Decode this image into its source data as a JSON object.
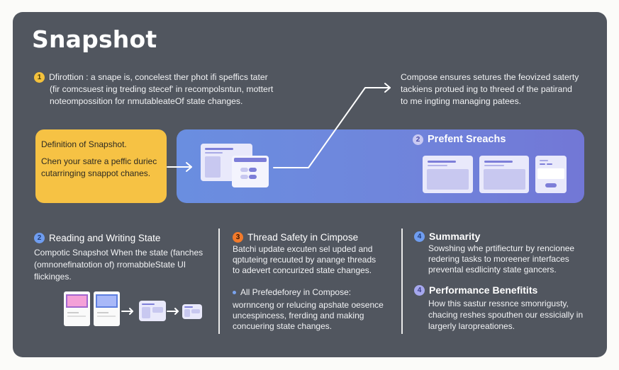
{
  "title": "Snapshot",
  "intro": {
    "badge": "1",
    "text_line1": "Dfirottion : a snape is, concelest ther phot ifi speffics tater",
    "text_line2": "(fir comcsuest ing treding stecef' in recompolsntun, mottert",
    "text_line3": "noteompossition for nmutableateOf state changes."
  },
  "top_right": {
    "line1": "Compose ensures setures the feovized saterty",
    "line2": "tackiens protued ing to threed of the patirand",
    "line3": "to me ingting managing patees."
  },
  "definition_card": {
    "heading": "Definition of Snapshot.",
    "line1": "Chen your satre a peffic duriec",
    "line2": "cutarringing snappot chanes."
  },
  "blue_panel": {
    "badge": "2",
    "title": "Prefent Sreachs"
  },
  "sections": {
    "reading": {
      "badge": "2",
      "heading": "Reading and Writing State",
      "line1": "Compotic Snapshot When the state (fanches",
      "line2": "(omnonefinatotion of) rromabbleState UI",
      "line3": "flickinges."
    },
    "thread_safety": {
      "badge": "3",
      "heading": "Thread Safety in Cimpose",
      "line1": "Batchi update excuten sel upded and",
      "line2": "qptuteing recuuted by anange threads",
      "line3": "to adevert concurized state changes.",
      "bullet_heading": "All Prefedeforey in Compose:",
      "bullet_line1": "wornnceng or relucing apshate oesence",
      "bullet_line2": "uncespincess, frerding and making",
      "bullet_line3": "concuering state changes."
    },
    "summary": {
      "badge": "4",
      "heading": "Summarity",
      "line1": "Sowshing whe prtifiecturr by rencionee",
      "line2": "redering tasks to moreener interfaces",
      "line3": "prevental esdlicinty state gancers."
    },
    "performance": {
      "badge": "4",
      "heading": "Performance Benefitits",
      "line1": "How this sastur ressnce smonrigusty,",
      "line2": "chacing reshes spouthen our essicially in",
      "line3": "largerly laropreationes."
    }
  },
  "icons": {
    "arrow": "arrow-right",
    "window": "ui-window",
    "toggle": "toggle-pair"
  },
  "colors": {
    "panel": "#51565f",
    "yellow": "#f6c244",
    "blue_start": "#6a8ee0",
    "blue_end": "#7277d6",
    "orange_badge": "#f37a2a"
  }
}
